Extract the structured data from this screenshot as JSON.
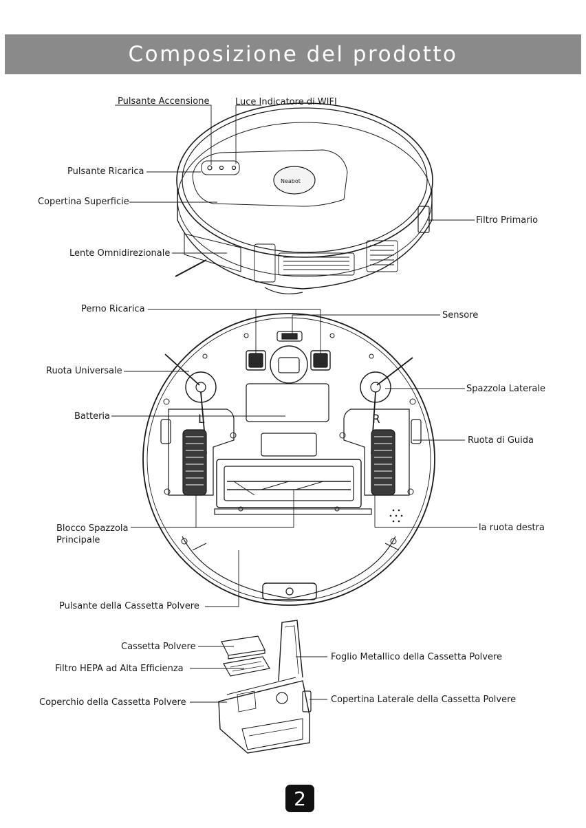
{
  "header": {
    "title": "Composizione del prodotto"
  },
  "labels": {
    "power_button": "Pulsante Accensione",
    "wifi_light": "Luce Indicatore di WIFI",
    "charge_button": "Pulsante Ricarica",
    "surface_cover": "Copertina Superficie",
    "primary_filter": "Filtro Primario",
    "omni_lens": "Lente Omnidirezionale",
    "charge_pin": "Perno Ricarica",
    "sensor": "Sensore",
    "universal_wheel": "Ruota Universale",
    "side_brush": "Spazzola Laterale",
    "battery": "Batteria",
    "drive_wheel": "Ruota di Guida",
    "main_brush_block": "Blocco Spazzola Principale",
    "right_wheel": "la ruota destra",
    "dustbin_button": "Pulsante della Cassetta Polvere",
    "dustbin": "Cassetta Polvere",
    "hepa_filter": "Filtro HEPA ad Alta Efficienza",
    "dustbin_lid": "Coperchio della Cassetta Polvere",
    "dustbin_metal_sheet": "Foglio Metallico della Cassetta Polvere",
    "dustbin_side_cover": "Copertina Laterale della Cassetta Polvere"
  },
  "markings": {
    "brand_logo": "Neabot",
    "left_mark": "L",
    "right_mark": "R"
  },
  "page": {
    "number": "2"
  },
  "colors": {
    "header_bg": "#8a8a8a",
    "header_text": "#ffffff",
    "line": "#1a1a1a"
  }
}
